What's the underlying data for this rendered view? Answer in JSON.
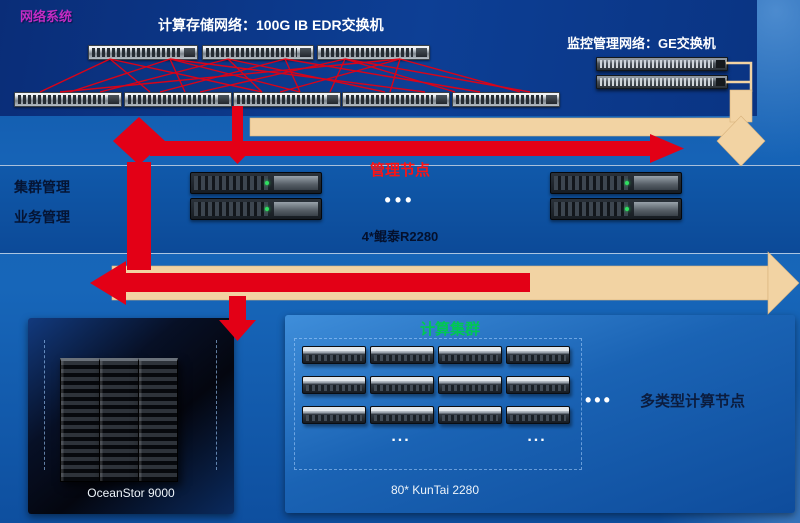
{
  "colors": {
    "red_flow": "#e30016",
    "beige_flow": "#f2d3a3",
    "green_title": "#00c853",
    "magenta_title": "#c32cc3",
    "panel_navy": "#0d3f95"
  },
  "network": {
    "system_label": "网络系统",
    "ib_label": "计算存储网络：100G IB EDR交换机",
    "ge_label": "监控管理网络：GE交换机"
  },
  "management": {
    "cluster_label": "集群管理",
    "business_label": "业务管理",
    "title": "管理节点",
    "ellipsis": "•••",
    "servers_label": "4*鲲泰R2280"
  },
  "storage": {
    "label": "OceanStor 9000"
  },
  "compute": {
    "title": "计算集群",
    "servers_label": "80* KunTai 2280",
    "nodes_label": "多类型计算节点",
    "ellipsis": "•••",
    "col_ellipsis_1": "...",
    "col_ellipsis_2": "..."
  }
}
